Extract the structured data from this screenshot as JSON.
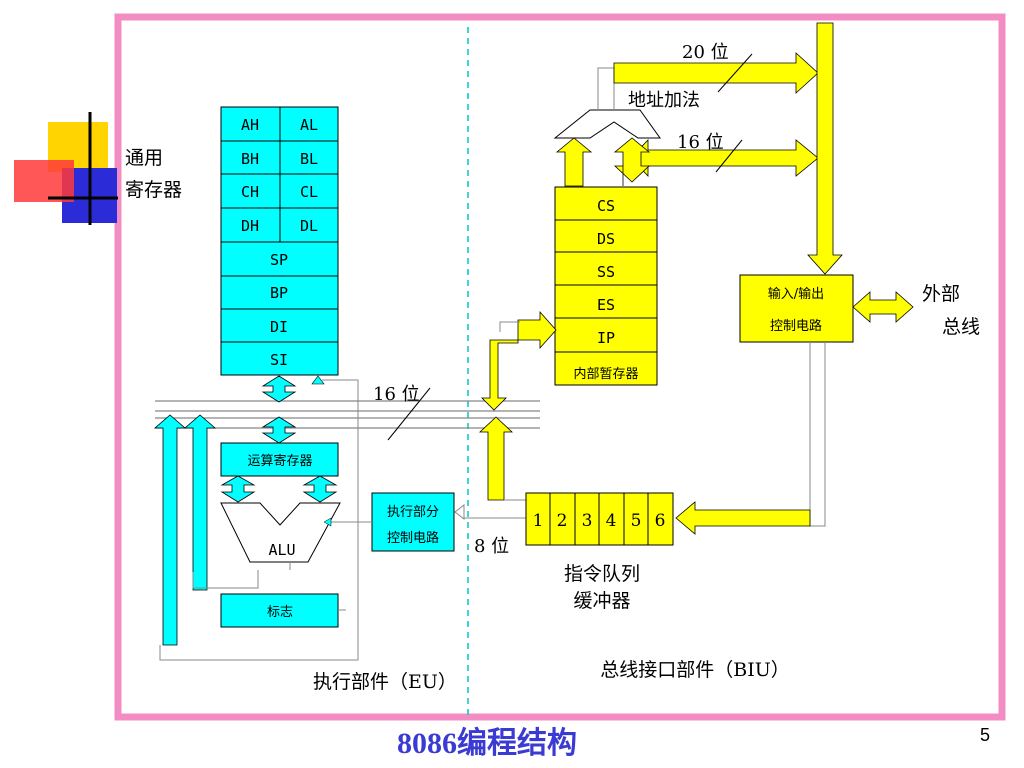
{
  "slide": {
    "title": "8086编程结构",
    "page_number": "5"
  },
  "colors": {
    "frame": "#f48cc4",
    "cyan": "#00ffff",
    "yellow": "#ffff00",
    "title": "#3b3bd4",
    "divider": "#00c8c8"
  },
  "labels": {
    "general_registers_line1": "通用",
    "general_registers_line2": "寄存器",
    "eu_section": "执行部件（EU）",
    "biu_section": "总线接口部件（BIU）",
    "external_bus_line1": "外部",
    "external_bus_line2": "总线",
    "address_adder": "地址加法",
    "bits_20": "20 位",
    "bits_16_top": "16 位",
    "bits_16_mid": "16 位",
    "bits_8": "8 位",
    "queue_line1": "指令队列",
    "queue_line2": "缓冲器",
    "internal_registers": "内部暂存器",
    "io_control_line1": "输入/输出",
    "io_control_line2": "控制电路",
    "exec_control_line1": "执行部分",
    "exec_control_line2": "控制电路",
    "alu_register": "运算寄存器",
    "alu": "ALU",
    "flags": "标志"
  },
  "eu_registers": {
    "pairs": [
      [
        "AH",
        "AL"
      ],
      [
        "BH",
        "BL"
      ],
      [
        "CH",
        "CL"
      ],
      [
        "DH",
        "DL"
      ]
    ],
    "singles": [
      "SP",
      "BP",
      "DI",
      "SI"
    ]
  },
  "biu_registers": [
    "CS",
    "DS",
    "SS",
    "ES",
    "IP"
  ],
  "instruction_queue": [
    "1",
    "2",
    "3",
    "4",
    "5",
    "6"
  ]
}
